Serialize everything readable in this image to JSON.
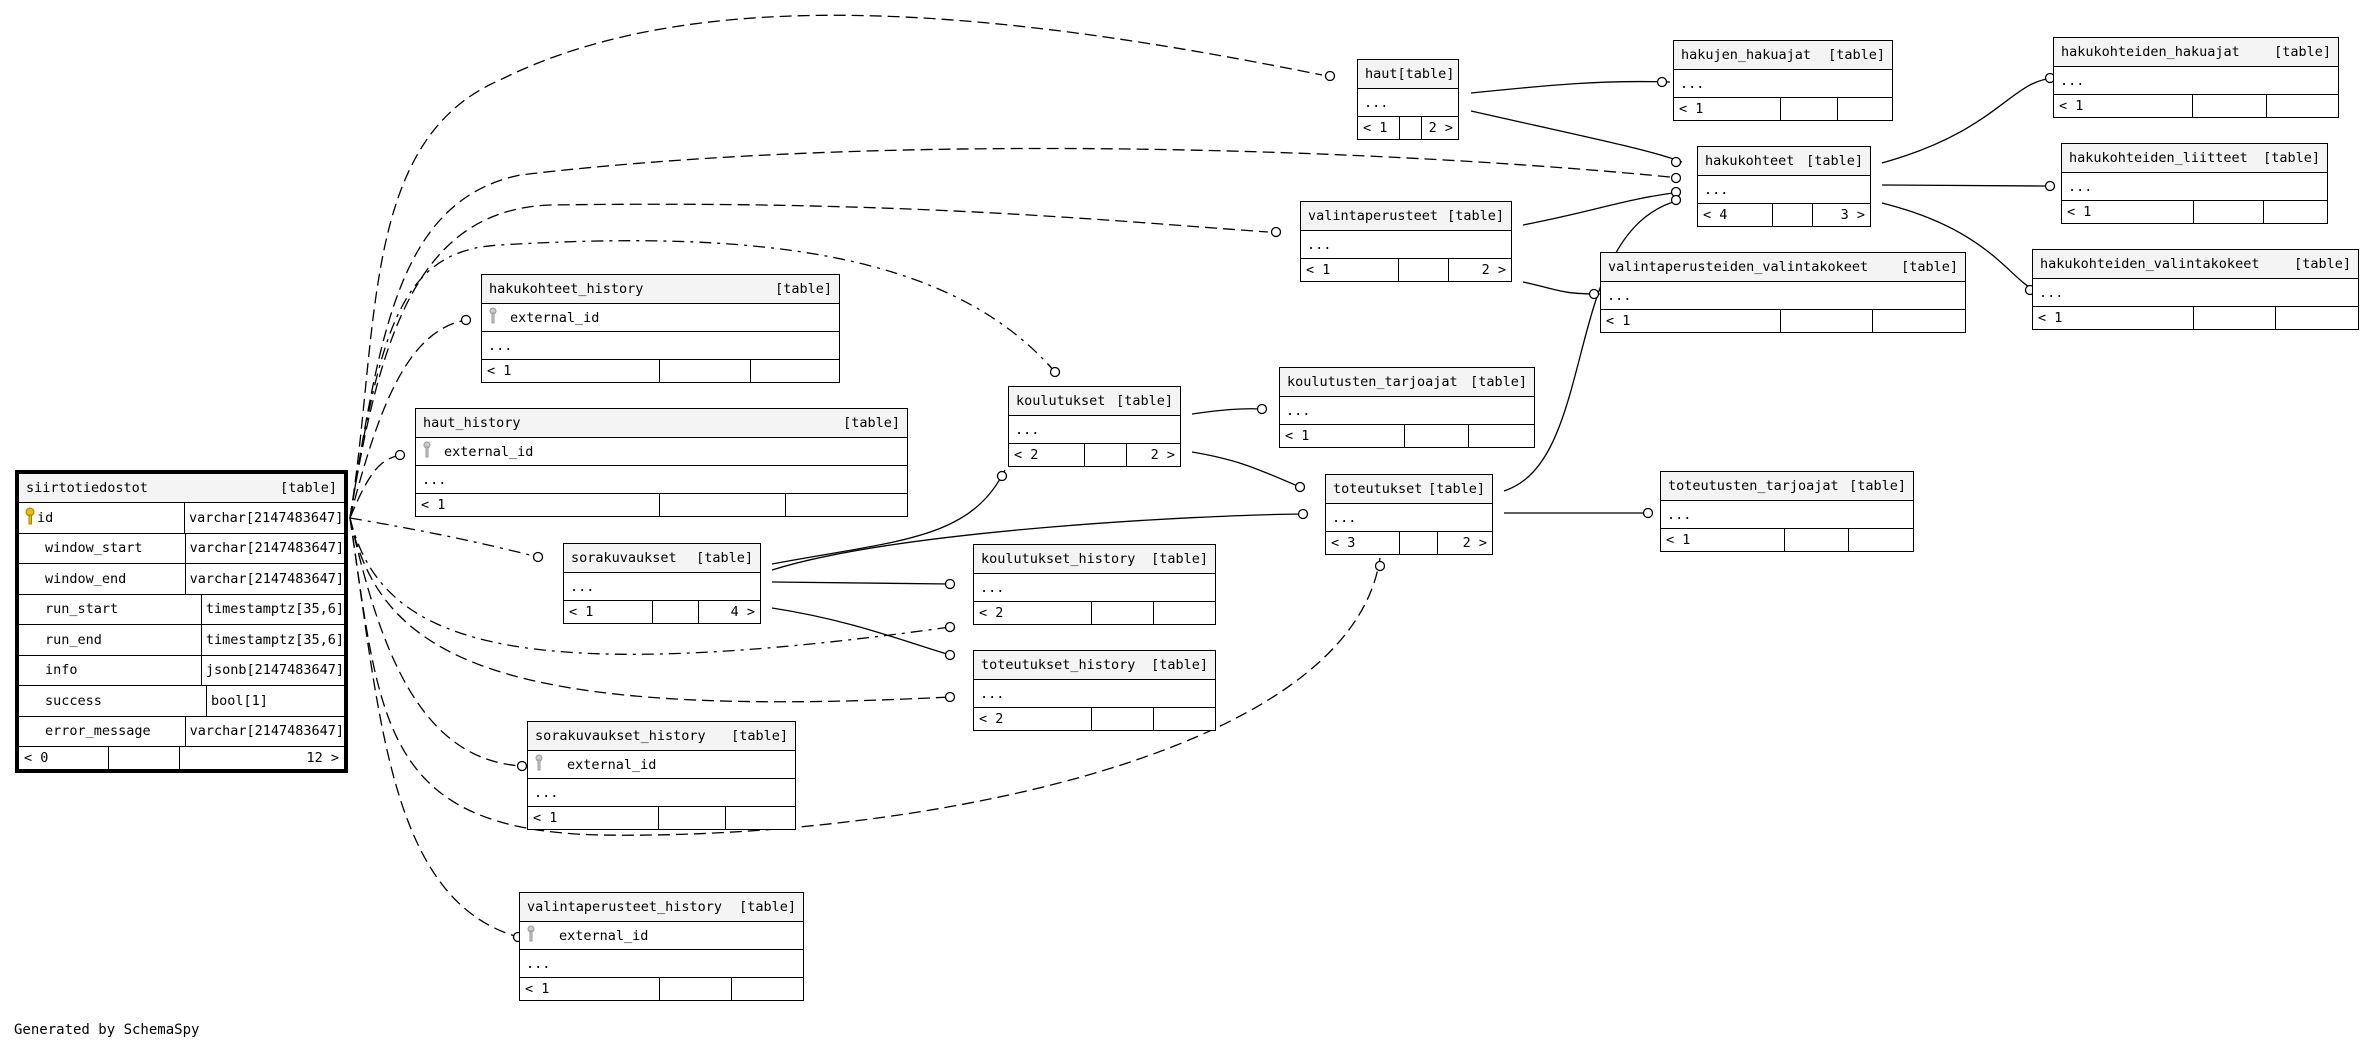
{
  "generator_note": "Generated by SchemaSpy",
  "tag": "[table]",
  "dots": "...",
  "tables": {
    "siirtotiedostot": {
      "name": "siirtotiedostot",
      "columns": [
        {
          "name": "id",
          "type": "varchar[2147483647]"
        },
        {
          "name": "window_start",
          "type": "varchar[2147483647]"
        },
        {
          "name": "window_end",
          "type": "varchar[2147483647]"
        },
        {
          "name": "run_start",
          "type": "timestamptz[35,6]"
        },
        {
          "name": "run_end",
          "type": "timestamptz[35,6]"
        },
        {
          "name": "info",
          "type": "jsonb[2147483647]"
        },
        {
          "name": "success",
          "type": "bool[1]"
        },
        {
          "name": "error_message",
          "type": "varchar[2147483647]"
        }
      ],
      "parents": "< 0",
      "children": "12 >"
    },
    "haut": {
      "name": "haut",
      "parents": "< 1",
      "children": "2 >"
    },
    "hakujen_hakuajat": {
      "name": "hakujen_hakuajat",
      "parents": "< 1"
    },
    "hakukohteiden_hakuajat": {
      "name": "hakukohteiden_hakuajat",
      "parents": "< 1"
    },
    "hakukohteet": {
      "name": "hakukohteet",
      "parents": "< 4",
      "children": "3 >"
    },
    "hakukohteiden_liitteet": {
      "name": "hakukohteiden_liitteet",
      "parents": "< 1"
    },
    "valintaperusteet": {
      "name": "valintaperusteet",
      "parents": "< 1",
      "children": "2 >"
    },
    "valintaperusteiden_valintakokeet": {
      "name": "valintaperusteiden_valintakokeet",
      "parents": "< 1"
    },
    "hakukohteiden_valintakokeet": {
      "name": "hakukohteiden_valintakokeet",
      "parents": "< 1"
    },
    "hakukohteet_history": {
      "name": "hakukohteet_history",
      "key": "external_id",
      "parents": "< 1"
    },
    "haut_history": {
      "name": "haut_history",
      "key": "external_id",
      "parents": "< 1"
    },
    "koulutukset": {
      "name": "koulutukset",
      "parents": "< 2",
      "children": "2 >"
    },
    "koulutusten_tarjoajat": {
      "name": "koulutusten_tarjoajat",
      "parents": "< 1"
    },
    "toteutukset": {
      "name": "toteutukset",
      "parents": "< 3",
      "children": "2 >"
    },
    "toteutusten_tarjoajat": {
      "name": "toteutusten_tarjoajat",
      "parents": "< 1"
    },
    "sorakuvaukset": {
      "name": "sorakuvaukset",
      "parents": "< 1",
      "children": "4 >"
    },
    "koulutukset_history": {
      "name": "koulutukset_history",
      "parents": "< 2"
    },
    "toteutukset_history": {
      "name": "toteutukset_history",
      "parents": "< 2"
    },
    "sorakuvaukset_history": {
      "name": "sorakuvaukset_history",
      "key": "external_id",
      "parents": "< 1"
    },
    "valintaperusteet_history": {
      "name": "valintaperusteet_history",
      "key": "external_id",
      "parents": "< 1"
    }
  }
}
